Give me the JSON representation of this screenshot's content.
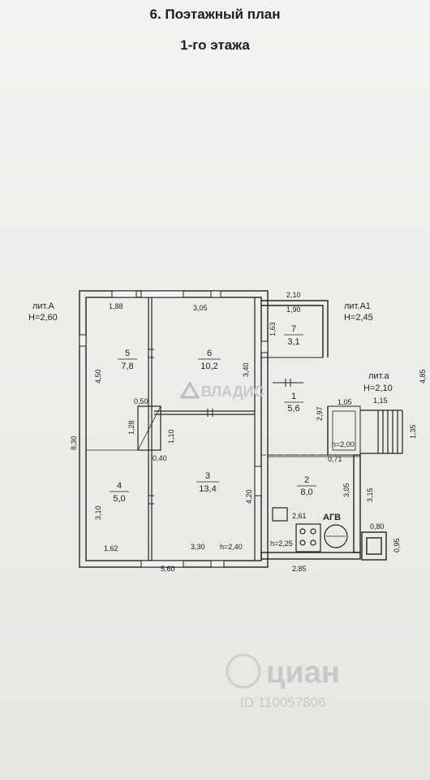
{
  "header": {
    "title_line1": "6. Поэтажный план",
    "title_line2": "1-го этажа"
  },
  "plan": {
    "lit_a_label": "лит.А",
    "lit_a_height": "H=2,60",
    "lit_a1_label": "лит.А1",
    "lit_a1_height": "H=2,45",
    "lit_a_small_label": "лит.а",
    "lit_a_small_height": "H=2,10",
    "rooms": [
      {
        "number": "1",
        "area": "5,6"
      },
      {
        "number": "2",
        "area": "8,0"
      },
      {
        "number": "3",
        "area": "13,4"
      },
      {
        "number": "4",
        "area": "5,0"
      },
      {
        "number": "5",
        "area": "7,8"
      },
      {
        "number": "6",
        "area": "10,2"
      },
      {
        "number": "7",
        "area": "3,1"
      }
    ],
    "dimensions": {
      "d188": "1,88",
      "d305": "3,05",
      "d210": "2,10",
      "d190": "1,90",
      "d163": "1,63",
      "d450": "4,50",
      "d340": "3,40",
      "d830": "8,30",
      "d050": "0,50",
      "d128": "1,28",
      "d110": "1,10",
      "d040": "0,40",
      "d297": "2,97",
      "d105": "1,05",
      "d115": "1,15",
      "d485": "4,85",
      "d135": "1,35",
      "d071": "0,71",
      "d310": "3,10",
      "d420": "4,20",
      "d315": "3,15",
      "d305b": "3,05",
      "d080": "0,80",
      "d095": "0,95",
      "d261": "2,61",
      "d162": "1,62",
      "d330": "3,30",
      "d560": "5,60",
      "d285": "2,85"
    },
    "heights": {
      "h200": "h=2,00",
      "h240": "h=2,40",
      "h225": "h=2,25"
    },
    "agv_label": "АГВ"
  },
  "watermarks": {
    "vladis": "ВЛАДИС",
    "cian": "циан",
    "cian_id": "ID 110057806"
  }
}
